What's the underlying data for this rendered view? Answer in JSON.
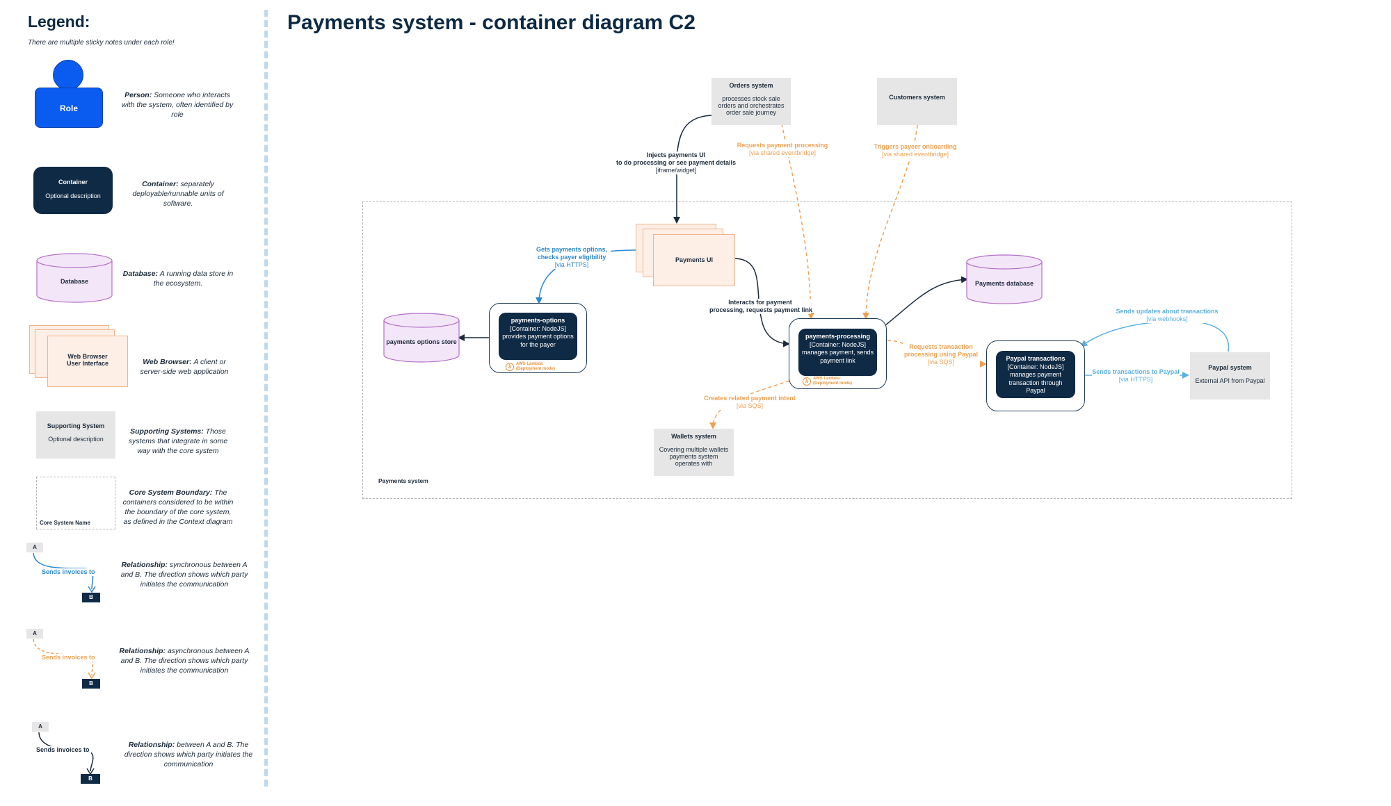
{
  "title": "Payments system - container diagram C2",
  "legend": {
    "title": "Legend:",
    "subtitle": "There are multiple sticky notes under each role!",
    "person": {
      "shape_label": "Role",
      "term": "Person:",
      "text": "Someone who interacts with the system, often identified by role"
    },
    "container": {
      "shape_title": "Container",
      "shape_desc": "Optional description",
      "term": "Container:",
      "text": "separately deployable/runnable units of software."
    },
    "database": {
      "shape_label": "Database",
      "term": "Database:",
      "text": "A running data store in the ecosystem."
    },
    "web_browser": {
      "shape_line1": "Web Browser",
      "shape_line2": "User Interface",
      "term": "Web Browser:",
      "text": "A client or server-side web application"
    },
    "supporting": {
      "shape_title": "Supporting System",
      "shape_desc": "Optional description",
      "term": "Supporting Systems:",
      "text": "Those systems that integrate in some way with the core system"
    },
    "boundary": {
      "shape_label": "Core System Name",
      "term": "Core System Boundary:",
      "text": "The containers considered to be within the boundary of the core system, as defined in the Context diagram"
    },
    "rel_sync": {
      "a": "A",
      "b": "B",
      "label": "Sends invoices to",
      "term": "Relationship:",
      "text": "synchronous between A and B. The direction shows which party initiates the communication"
    },
    "rel_async": {
      "a": "A",
      "b": "B",
      "label": "Sends invoices to",
      "term": "Relationship:",
      "text": "asynchronous between A and B. The direction shows which party initiates the communication"
    },
    "rel_generic": {
      "a": "A",
      "b": "B",
      "label": "Sends invoices to",
      "term": "Relationship:",
      "text": "between A and B. The direction shows which party initiates the communication"
    }
  },
  "diagram": {
    "orders_system": {
      "title": "Orders system",
      "desc": "processes stock sale orders and orchestrates order sale journey"
    },
    "customers_system": {
      "title": "Customers system"
    },
    "payments_ui": {
      "label": "Payments UI"
    },
    "payments_database": {
      "label": "Payments database"
    },
    "payments_options_store": {
      "label": "payments options store"
    },
    "payments_options": {
      "title": "payments-options",
      "tech": "[Container: NodeJS]",
      "desc": "provides payment options for the payer",
      "lambda1": "AWS Lambda",
      "lambda2": "(Deployment mode)"
    },
    "payments_processing": {
      "title": "payments-processing",
      "tech": "[Container: NodeJS]",
      "desc": "manages payment, sends payment link",
      "lambda1": "AWS Lambda",
      "lambda2": "(Deployment mode)"
    },
    "paypal_transactions": {
      "title": "Paypal transactions",
      "tech": "[Container: NodeJS]",
      "desc": "manages payment transaction through Paypal"
    },
    "paypal_system": {
      "title": "Paypal system",
      "desc": "External API from Paypal"
    },
    "wallets_system": {
      "title": "Wallets system",
      "desc": "Covering multiple wallets payments system operates with"
    },
    "boundary_label": "Payments system",
    "relations": {
      "injects": {
        "line1": "Injects payments UI",
        "line2": "to do processing or see payment details",
        "tech": "[iframe/widget]"
      },
      "requests_processing": {
        "line1": "Requests payment processing",
        "tech": "[via shared eventbridge]"
      },
      "triggers_onboarding": {
        "line1": "Triggers payeer onboarding",
        "tech": "[via shared eventbridge]"
      },
      "gets_options": {
        "line1": "Gets payments options,",
        "line2": "checks payer eligibility",
        "tech": "[via HTTPS]"
      },
      "interacts": {
        "line1": "Interacts for payment",
        "line2": "processing, requests payment link"
      },
      "requests_transaction": {
        "line1": "Requests transaction",
        "line2": "processing using Paypal",
        "tech": "[via SQS]"
      },
      "creates_intent": {
        "line1": "Creates related payment intent",
        "tech": "[via SQS]"
      },
      "sends_updates": {
        "line1": "Sends updates about transactions",
        "tech": "[via webhooks]"
      },
      "sends_transactions": {
        "line1": "Sends transactions to Paypal",
        "tech": "[via HTTPS]"
      }
    }
  }
}
